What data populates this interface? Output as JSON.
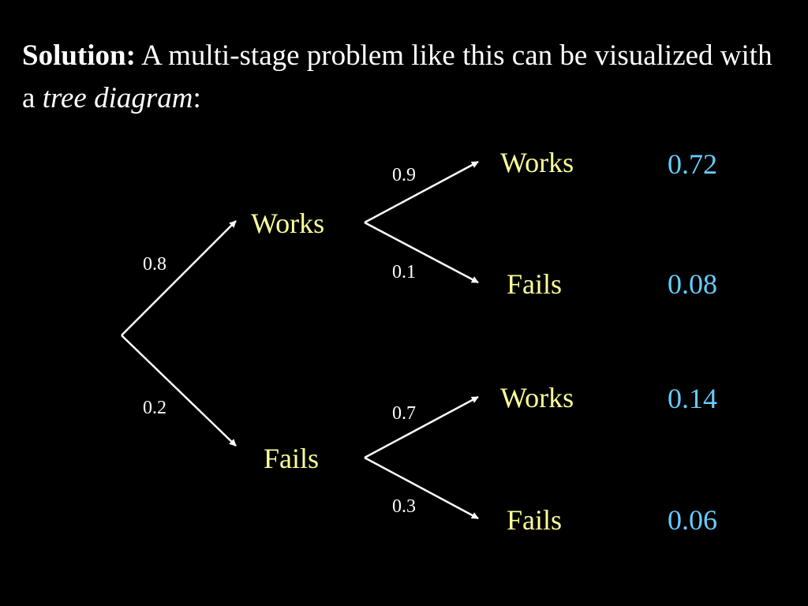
{
  "heading": {
    "bold_text": "Solution:",
    "text_part1": " A multi-stage problem like this can be visualized with a ",
    "italic_text": "tree diagram",
    "text_part2": ":"
  },
  "colors": {
    "background": "#000000",
    "text": "#ffffff",
    "node_label": "#ffff99",
    "result": "#66ccff"
  },
  "tree": {
    "first_stage": [
      {
        "label": "Works",
        "probability": "0.8"
      },
      {
        "label": "Fails",
        "probability": "0.2"
      }
    ],
    "second_stage": [
      {
        "parent": "Works",
        "label": "Works",
        "probability": "0.9",
        "result": "0.72"
      },
      {
        "parent": "Works",
        "label": "Fails",
        "probability": "0.1",
        "result": "0.08"
      },
      {
        "parent": "Fails",
        "label": "Works",
        "probability": "0.7",
        "result": "0.14"
      },
      {
        "parent": "Fails",
        "label": "Fails",
        "probability": "0.3",
        "result": "0.06"
      }
    ]
  }
}
